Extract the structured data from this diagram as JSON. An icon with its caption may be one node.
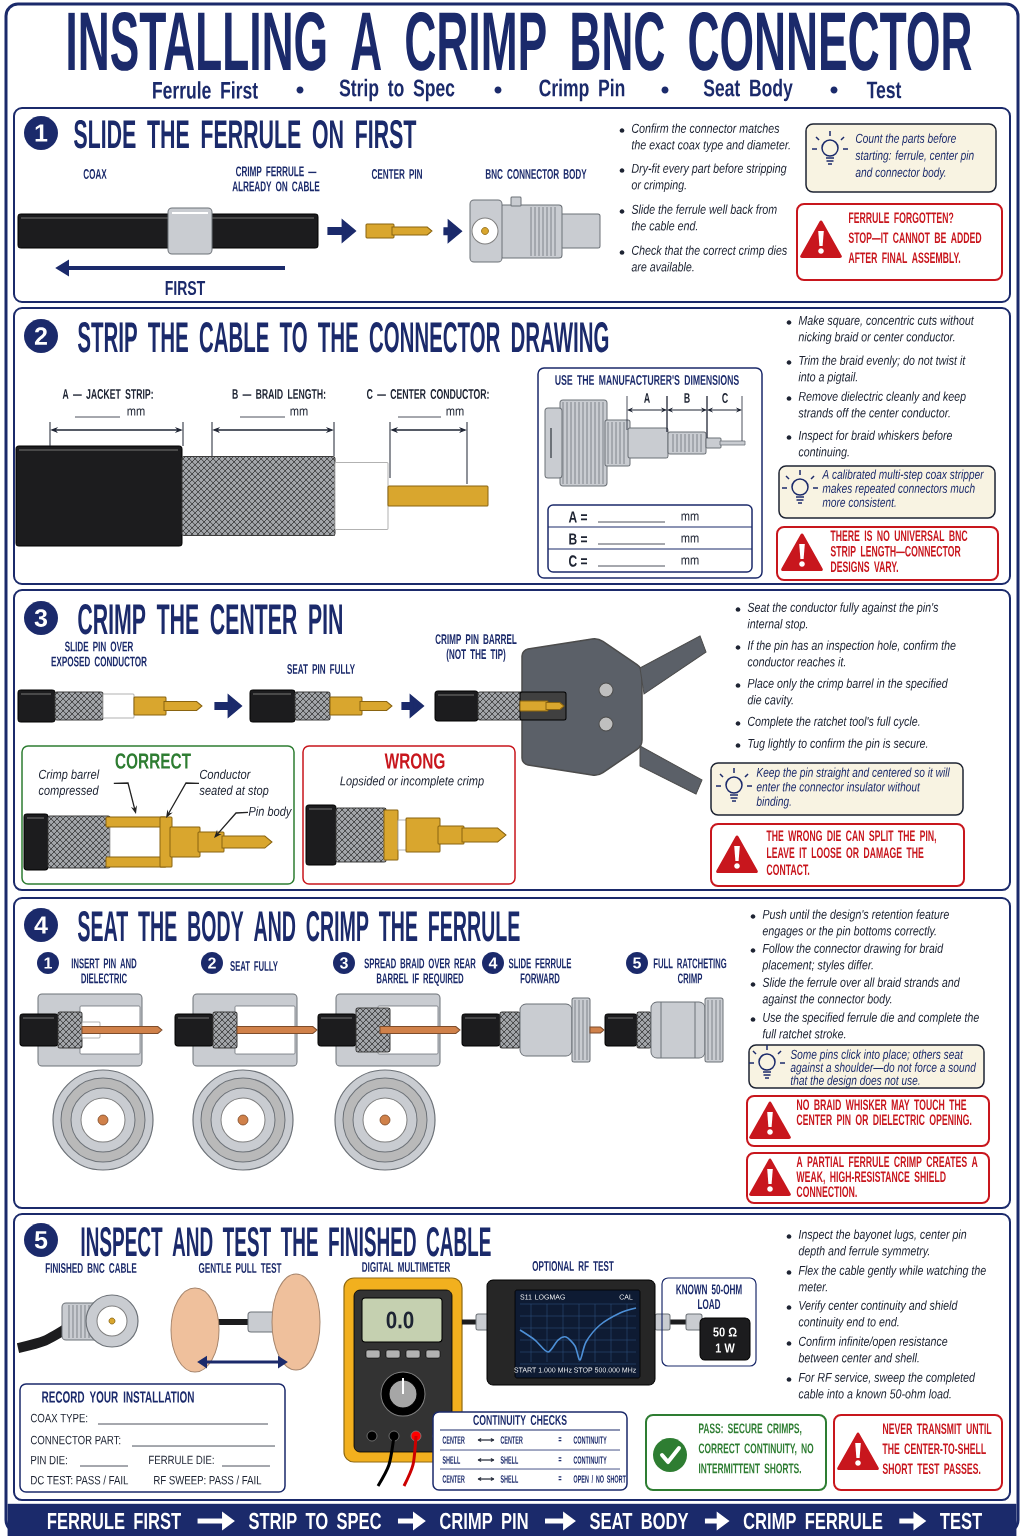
{
  "diagram": {
    "title": "INSTALLING A CRIMP BNC CONNECTOR",
    "nodes": [
      {
        "text": [
          "SLIDE THE FERRULE ON FIRST"
        ]
      },
      {
        "text": [
          "1"
        ],
        "in": 0
      },
      {
        "text": [
          "COAX"
        ],
        "in": 0,
        "beside": [
          "CRIMP FERRULE — ALREADY ON CABLE"
        ]
      },
      {
        "text": [
          "CENTER PIN"
        ],
        "in": 0
      },
      {
        "text": [
          "BNC CONNECTOR BODY"
        ],
        "in": 0
      },
      {
        "text": [
          "Count the parts before starting: ferrule, center pin and connector body."
        ],
        "in": 0
      },
      {
        "text": [
          "FERRULE FORGOTTEN? STOP—IT CANNOT BE ADDED AFTER FINAL ASSEMBLY."
        ],
        "in": 0
      },
      {
        "text": [
          "STRIP THE CABLE TO THE CONNECTOR DRAWING"
        ]
      },
      {
        "text": [
          "2"
        ],
        "in": 7
      },
      {
        "text": [
          "USE THE MANUFACTURER'S DIMENSIONS"
        ],
        "in": 7
      },
      {
        "text": [
          "A calibrated multi-step coax stripper makes repeated connectors much more consistent."
        ],
        "in": 7
      },
      {
        "text": [
          "THERE IS NO UNIVERSAL BNC STRIP LENGTH—CONNECTOR DESIGNS VARY."
        ],
        "in": 7
      },
      {
        "text": [
          "CRIMP THE CENTER PIN"
        ]
      },
      {
        "text": [
          "3"
        ],
        "in": 12
      },
      {
        "text": [
          "SLIDE PIN OVER EXPOSED CONDUCTOR"
        ],
        "in": 12
      },
      {
        "text": [
          "SEAT PIN FULLY"
        ],
        "in": 12
      },
      {
        "text": [
          "CRIMP PIN BARREL (NOT THE TIP)"
        ],
        "in": 12
      },
      {
        "text": [
          "CORRECT"
        ],
        "in": 12
      },
      {
        "text": [
          "Crimp barrel compressed"
        ],
        "in": 17
      },
      {
        "text": [
          "Conductor seated at stop"
        ],
        "in": 17
      },
      {
        "text": [
          "Pin body"
        ],
        "in": 17
      },
      {
        "text": [
          "WRONG",
          "Lopsided or incomplete crimp"
        ],
        "in": 12
      },
      {
        "text": [
          "Keep the pin straight and centered so it will enter the connector insulator without binding."
        ],
        "in": 12
      },
      {
        "text": [
          "THE WRONG DIE CAN SPLIT THE PIN, LEAVE IT LOOSE OR DAMAGE THE CONTACT."
        ],
        "in": 12
      },
      {
        "text": [
          "SEAT THE BODY AND CRIMP THE FERRULE"
        ]
      },
      {
        "text": [
          "4"
        ],
        "in": 24
      },
      {
        "text": [
          "1"
        ],
        "in": 24,
        "beside": [
          "INSERT PIN AND DIELECTRIC"
        ]
      },
      {
        "text": [
          "2"
        ],
        "in": 24,
        "beside": [
          "SEAT FULLY"
        ]
      },
      {
        "text": [
          "3"
        ],
        "in": 24,
        "beside": [
          "SPREAD BRAID OVER REAR BARREL IF REQUIRED"
        ]
      },
      {
        "text": [
          "4"
        ],
        "in": 24,
        "beside": [
          "SLIDE FERRULE FORWARD"
        ]
      },
      {
        "text": [
          "5"
        ],
        "in": 24,
        "beside": [
          "FULL RATCHETING CRIMP"
        ]
      },
      {
        "text": [
          "Some pins click into place; others seat against a shoulder—do not force a sound that the design does not use."
        ],
        "in": 24
      },
      {
        "text": [
          "NO BRAID WHISKER MAY TOUCH THE CENTER PIN OR DIELECTRIC OPENING."
        ],
        "in": 24
      },
      {
        "text": [
          "A PARTIAL FERRULE CRIMP CREATES A WEAK, HIGH-RESISTANCE SHIELD CONNECTION."
        ],
        "in": 24
      },
      {
        "text": [
          "INSPECT AND TEST THE FINISHED CABLE"
        ]
      },
      {
        "text": [
          "5"
        ],
        "in": 34
      },
      {
        "text": [
          "KNOWN 50-OHM LOAD"
        ],
        "in": 34
      },
      {
        "text": [
          "RECORD YOUR INSTALLATION"
        ],
        "in": 34
      },
      {
        "text": [
          "CONTINUITY CHECKS"
        ],
        "in": 34
      },
      {
        "text": [
          "PASS: SECURE CRIMPS, CORRECT CONTINUITY, NO INTERMITTENT SHORTS."
        ],
        "in": 34
      },
      {
        "text": [
          "NEVER TRANSMIT UNTIL THE CENTER-TO-SHELL SHORT TEST PASSES."
        ],
        "in": 34
      },
      {
        "text": [],
        "shape": "bar"
      },
      {
        "text": [
          "FERRULE FIRST"
        ],
        "in": 41
      },
      {
        "text": [
          "STRIP TO SPEC"
        ],
        "in": 41
      },
      {
        "text": [
          "CRIMP PIN"
        ],
        "in": 41
      },
      {
        "text": [
          "SEAT BODY"
        ],
        "in": 41
      },
      {
        "text": [
          "CRIMP FERRULE"
        ],
        "in": 41
      },
      {
        "text": [
          "TEST"
        ],
        "in": 41
      }
    ],
    "edges": [
      {
        "from": 2,
        "to": 3,
        "arrow": "to",
        "color": "#1b2a6b"
      },
      {
        "from": 3,
        "to": 4,
        "arrow": "to",
        "color": "#1b2a6b"
      },
      {
        "from": 14,
        "to": 15,
        "arrow": "to",
        "color": "#1b2a6b"
      },
      {
        "from": 15,
        "to": 16,
        "arrow": "to",
        "color": "#1b2a6b"
      },
      {
        "from": 18,
        "to": null,
        "arrow": "to",
        "color": "#222222"
      },
      {
        "from": 19,
        "to": null,
        "arrow": "to",
        "color": "#222222"
      },
      {
        "from": 20,
        "to": null,
        "arrow": "to",
        "color": "#222222"
      },
      {
        "from": 42,
        "to": 43,
        "arrow": "to"
      },
      {
        "from": 43,
        "to": 44,
        "arrow": "to"
      },
      {
        "from": 44,
        "to": 45,
        "arrow": "to"
      },
      {
        "from": 45,
        "to": 46,
        "arrow": "to"
      },
      {
        "from": 46,
        "to": 47,
        "arrow": "to"
      }
    ],
    "labels": [
      "Ferrule First",
      "Strip to Spec",
      "Crimp Pin",
      "Seat Body",
      "Test",
      "FIRST",
      "Confirm the connector matches the exact coax type and diameter.",
      "Dry-fit every part before stripping or crimping.",
      "Slide the ferrule well back from the cable end.",
      "Check that the correct crimp dies are available.",
      "A — JACKET STRIP:",
      "mm",
      "B — BRAID LENGTH:",
      "mm",
      "C — CENTER CONDUCTOR:",
      "mm",
      "A",
      "B",
      "C",
      "A =",
      "mm",
      "B =",
      "mm",
      "C =",
      "mm",
      "Make square, concentric cuts without nicking braid or center conductor.",
      "Trim the braid evenly; do not twist it into a pigtail.",
      "Remove dielectric cleanly and keep strands off the center conductor.",
      "Inspect for braid whiskers before continuing.",
      "Seat the conductor fully against the pin's internal stop.",
      "If the pin has an inspection hole, confirm the conductor reaches it.",
      "Place only the crimp barrel in the specified die cavity.",
      "Complete the ratchet tool's full cycle.",
      "Tug lightly to confirm the pin is secure.",
      "Push until the design's retention feature engages or the pin bottoms correctly.",
      "Follow the connector drawing for braid placement; styles differ.",
      "Slide the ferrule over all braid strands and against the connector body.",
      "Use the specified ferrule die and complete the full ratchet stroke.",
      "FINISHED BNC CABLE",
      "GENTLE PULL TEST",
      "DIGITAL MULTIMETER",
      "OPTIONAL RF TEST",
      "0.0",
      "S11",
      "LOGMAG",
      "CAL",
      "START 1.000 MHz",
      "STOP 500.000 MHz",
      "50 Ω",
      "1 W",
      "COAX TYPE:",
      "CONNECTOR PART:",
      "PIN DIE:",
      "FERRULE DIE:",
      "DC TEST: PASS / FAIL",
      "RF SWEEP: PASS / FAIL",
      "CENTER",
      "CENTER",
      "=",
      "CONTINUITY",
      "SHELL",
      "SHELL",
      "=",
      "CONTINUITY",
      "CENTER",
      "SHELL",
      "=",
      "OPEN / NO SHORT",
      "Inspect the bayonet lugs, center pin depth and ferrule symmetry.",
      "Flex the cable gently while watching the meter.",
      "Verify center continuity and shield continuity end to end.",
      "Confirm infinite/open resistance between center and shell.",
      "For RF service, sweep the completed cable into a known 50-ohm load."
    ]
  }
}
